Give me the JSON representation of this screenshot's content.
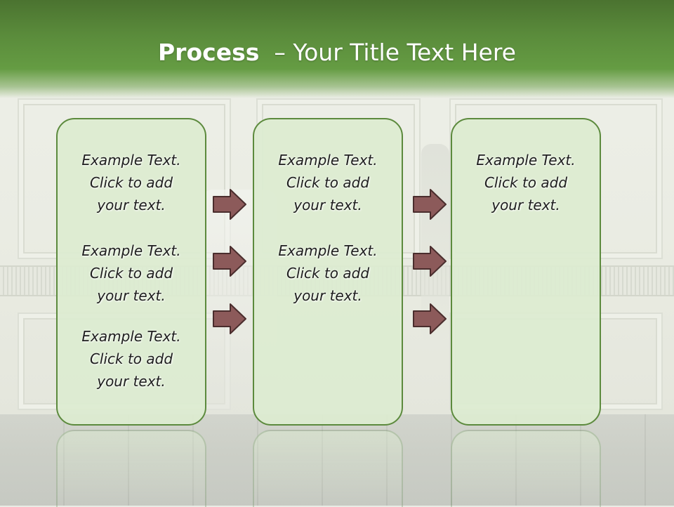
{
  "title": {
    "bold": "Process",
    "rest": "– Your Title Text Here"
  },
  "columns": [
    {
      "blocks": [
        [
          "Example Text.",
          "Click  to add",
          "your text."
        ],
        [
          "Example Text.",
          "Click  to add",
          "your text."
        ],
        [
          "Example Text.",
          "Click  to add",
          "your text."
        ]
      ]
    },
    {
      "blocks": [
        [
          "Example Text.",
          "Click  to add",
          "your text."
        ],
        [
          "Example Text.",
          "Click  to add",
          "your text."
        ]
      ]
    },
    {
      "blocks": [
        [
          "Example Text.",
          "Click  to add",
          "your text."
        ]
      ]
    }
  ],
  "colors": {
    "header": "#5a8b3b",
    "box_fill": "#dcecd0",
    "box_border": "#5c8a3d",
    "arrow_fill": "#8c5a5a"
  }
}
